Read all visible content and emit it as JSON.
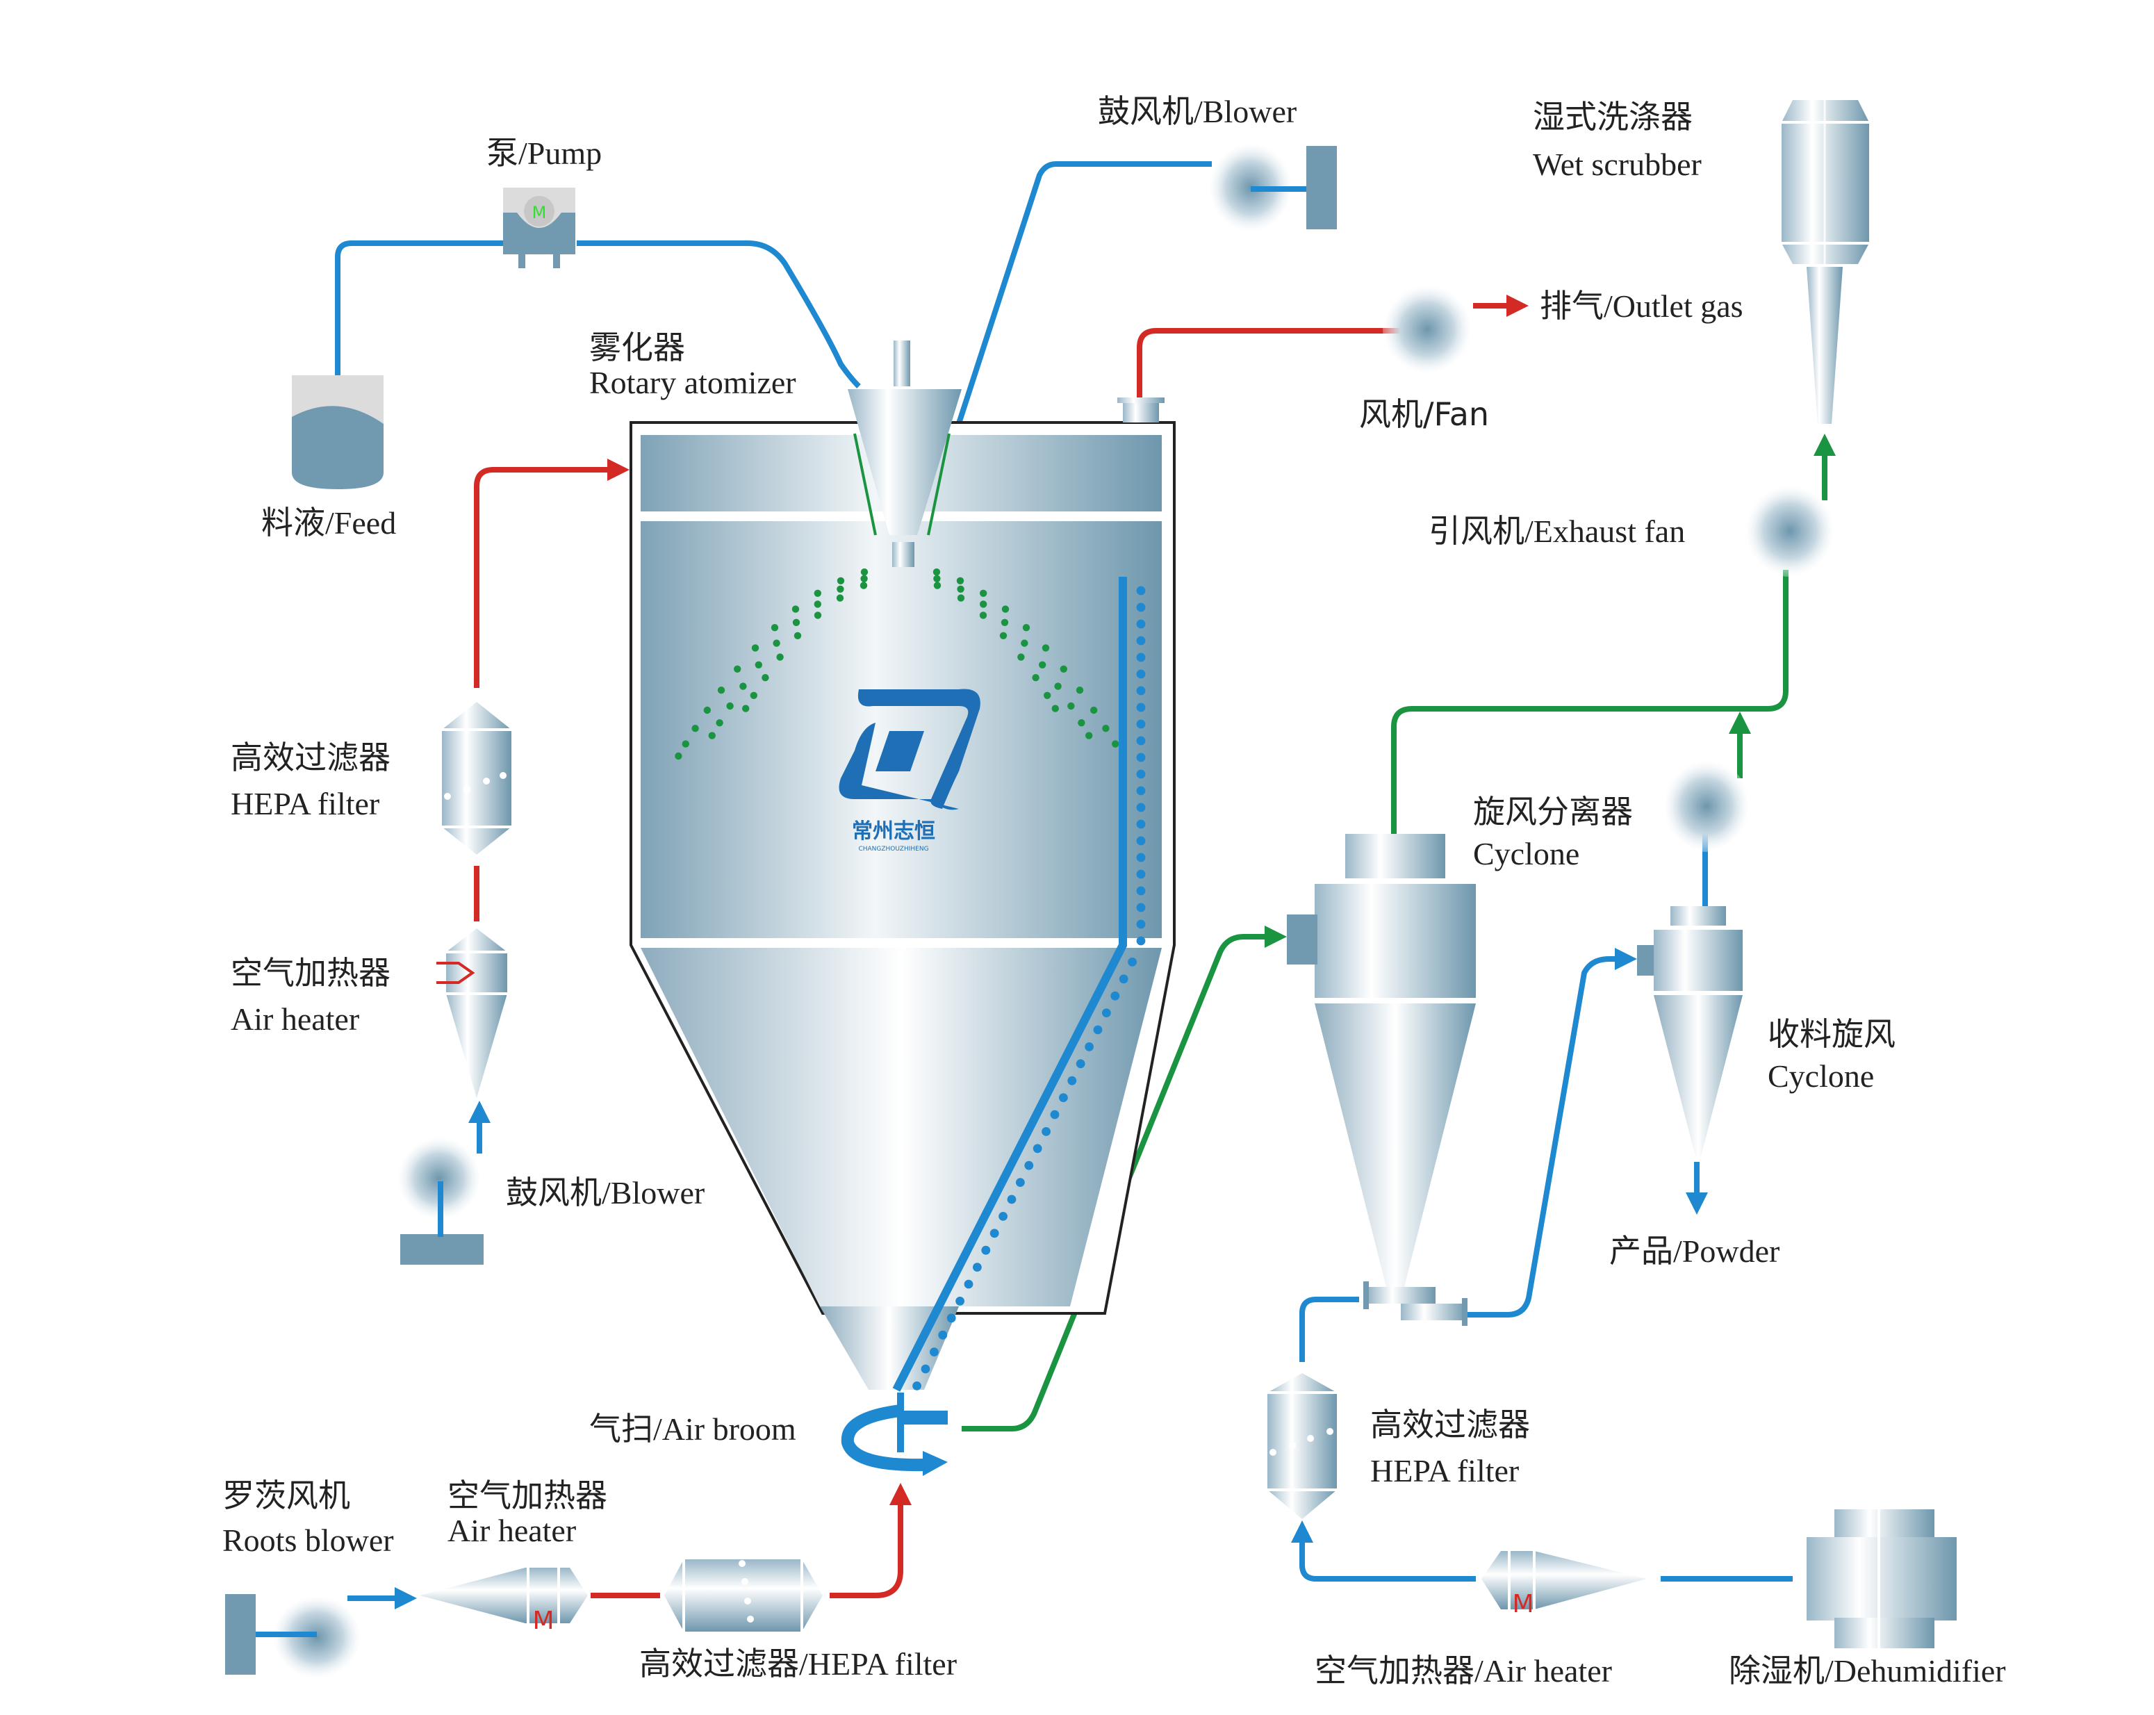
{
  "colors": {
    "liquid_pipe": "#1e88d0",
    "hot_air_pipe": "#d42a25",
    "exhaust_pipe": "#1a9440",
    "steel_dark": "#6e97ad",
    "steel_light": "#ffffff",
    "heater_coil": "#d42a25",
    "droplet_green": "#1a9440",
    "droplet_blue": "#1e88d0",
    "logo_blue": "#1e6fb5",
    "pump_motor_text": "#33dd33"
  },
  "logo": {
    "name_cn": "常州志恒",
    "name_en": "CHANGZHOUZHIHENG"
  },
  "labels": {
    "pump": "泵/Pump",
    "pump_motor": "M",
    "feed": "料液/Feed",
    "atomizer_cn": "雾化器",
    "atomizer_en": "Rotary atomizer",
    "top_blower": "鼓风机/Blower",
    "wet_scrubber_cn": "湿式洗涤器",
    "wet_scrubber_en": "Wet scrubber",
    "outlet_gas": "排气/Outlet gas",
    "fan": "风机/Fan",
    "exhaust_fan": "引风机/Exhaust fan",
    "left_hepa_cn": "高效过滤器",
    "left_hepa_en": "HEPA filter",
    "left_heater_cn": "空气加热器",
    "left_heater_en": "Air heater",
    "left_blower": "鼓风机/Blower",
    "cyclone_cn": "旋风分离器",
    "cyclone_en": "Cyclone",
    "collect_cyclone_cn": "收料旋风",
    "collect_cyclone_en": "Cyclone",
    "powder": "产品/Powder",
    "air_broom": "气扫/Air broom",
    "roots_blower_cn": "罗茨风机",
    "roots_blower_en": "Roots blower",
    "bottom_heater_cn": "空气加热器",
    "bottom_heater_en": "Air heater",
    "bottom_hepa": "高效过滤器/HEPA filter",
    "right_hepa_cn": "高效过滤器",
    "right_hepa_en": "HEPA filter",
    "right_heater": "空气加热器/Air heater",
    "heater_mark": "M",
    "dehumidifier": "除湿机/Dehumidifier"
  }
}
